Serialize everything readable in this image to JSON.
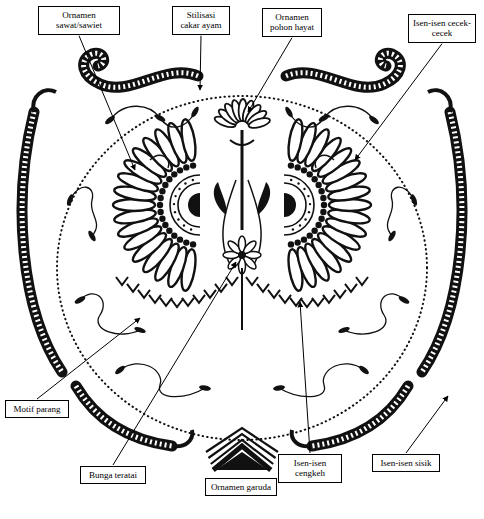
{
  "diagram": {
    "nodes": [
      {
        "text": [
          "Ornamen sawat/sawiet"
        ]
      },
      {
        "text": [
          "Stilisasi cakar ayam"
        ]
      },
      {
        "text": [
          "Ornamen pohon hayat"
        ]
      },
      {
        "text": [
          "Isen-isen cecek-cecek"
        ]
      },
      {
        "text": [
          "Motif parang"
        ]
      },
      {
        "text": [
          "Bunga teratai"
        ]
      },
      {
        "text": [
          "Ornamen garuda"
        ]
      },
      {
        "text": [
          "Isen-isen cengkeh"
        ]
      },
      {
        "text": [
          "Isen-isen sisik"
        ]
      }
    ]
  }
}
